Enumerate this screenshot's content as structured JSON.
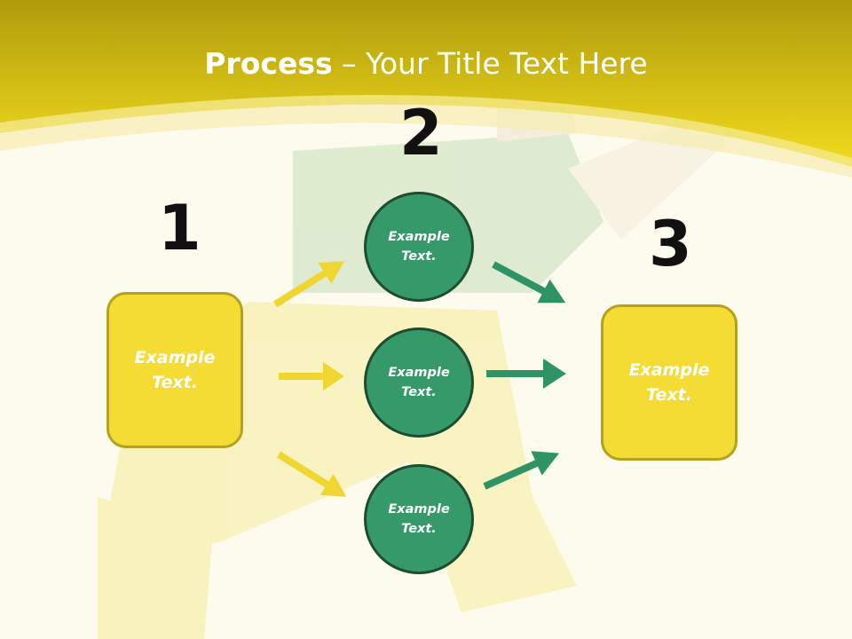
{
  "title": {
    "bold": "Process",
    "rest": " – Your Title Text Here"
  },
  "steps": [
    {
      "number": "1",
      "boxes": [
        "Example Text."
      ]
    },
    {
      "number": "2",
      "circles": [
        "Example Text.",
        "Example Text.",
        "Example Text."
      ]
    },
    {
      "number": "3",
      "boxes": [
        "Example Text."
      ]
    }
  ],
  "colors": {
    "header": "#e8d21c",
    "box": "#f4dc34",
    "circle": "#36996a",
    "arrow_yellow": "#f0d630",
    "arrow_green": "#2e9466"
  }
}
